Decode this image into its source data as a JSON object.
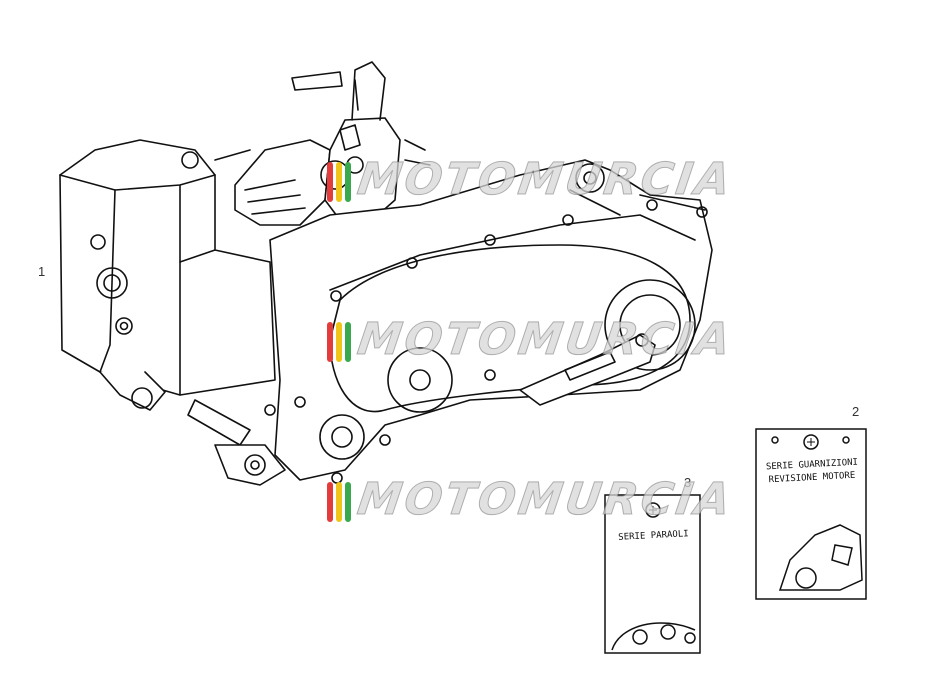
{
  "callouts": [
    {
      "number": "1"
    },
    {
      "number": "2"
    },
    {
      "number": "3"
    }
  ],
  "watermark": {
    "text": "MOTOMURCIA",
    "stripe_colors": [
      "#e23c3c",
      "#f0c419",
      "#3aa84c"
    ]
  },
  "gasket_kit_card": {
    "line1": "SERIE GUARNIZIONI",
    "line2": "REVISIONE MOTORE"
  },
  "oil_seal_card": {
    "line1": "SERIE PARAOLI"
  },
  "colors": {
    "line": "#111111",
    "background": "#ffffff"
  }
}
